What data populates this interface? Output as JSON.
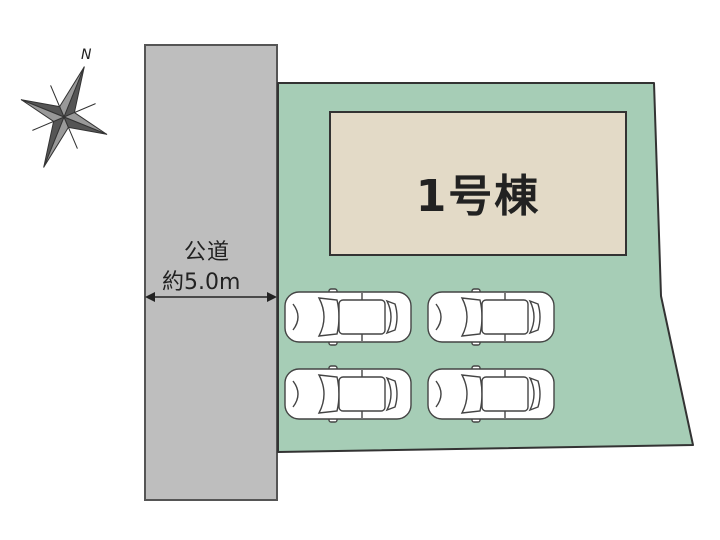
{
  "road": {
    "name": "公道",
    "width": "約5.0m",
    "color": "#bebebe"
  },
  "lot": {
    "color": "#a6cdb6"
  },
  "building": {
    "label": "1号棟",
    "color": "#e3dac7"
  },
  "compass": {
    "north": "N",
    "icon": "compass-rose-icon"
  },
  "parking": {
    "cars": 4,
    "icon": "car-icon"
  }
}
